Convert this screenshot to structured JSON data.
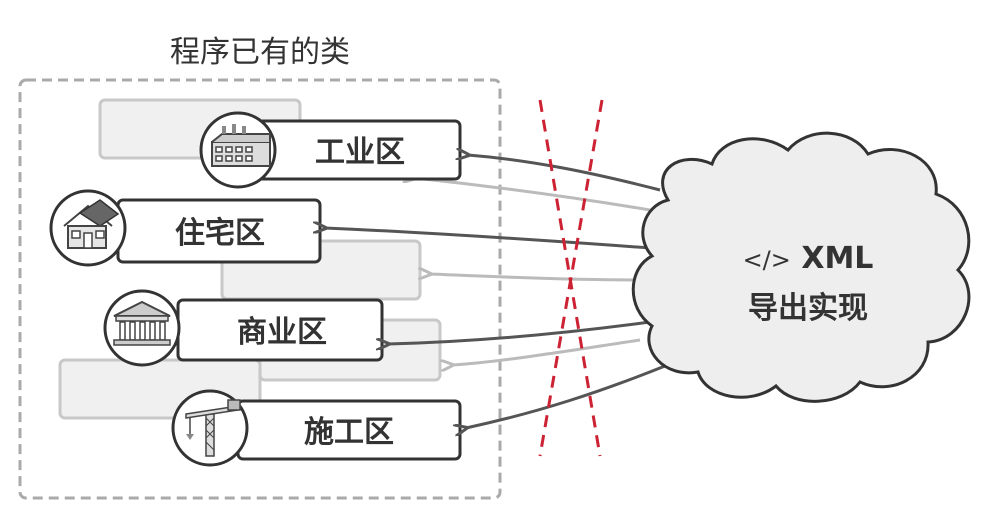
{
  "diagram": {
    "title": "程序已有的类",
    "classes": [
      {
        "label": "工业区",
        "icon": "factory-icon"
      },
      {
        "label": "住宅区",
        "icon": "house-icon"
      },
      {
        "label": "商业区",
        "icon": "bank-icon"
      },
      {
        "label": "施工区",
        "icon": "crane-icon"
      }
    ],
    "export": {
      "line1_symbol": "</>",
      "line1_text": "XML",
      "line2": "导出实现"
    },
    "colors": {
      "box_stroke": "#333333",
      "ghost_box": "#c8c8c8",
      "ghost_fill": "#f0f0f0",
      "arrow_active": "#555555",
      "arrow_ghost": "#bbbbbb",
      "cross_lines": "#cc2233",
      "container_border": "#aaaaaa",
      "cloud_fill": "#eeeeee"
    }
  }
}
